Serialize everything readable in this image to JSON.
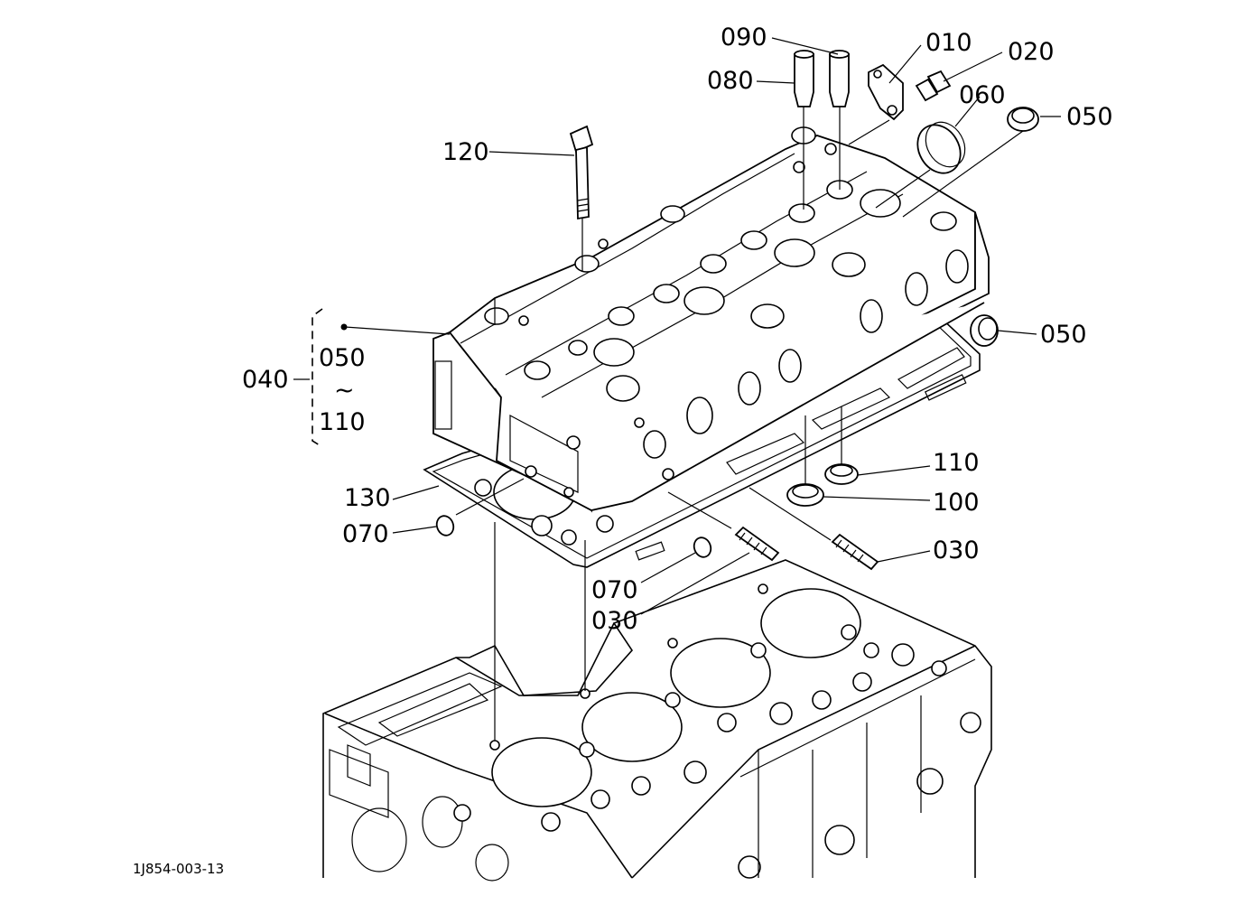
{
  "labels": {
    "p090": "090",
    "p080": "080",
    "p010": "010",
    "p020": "020",
    "p060": "060",
    "p050_top": "050",
    "p120": "120",
    "p050_right": "050",
    "p040": "040",
    "p050_range_start": "050",
    "range_sep": "~",
    "p110_range_end": "110",
    "p110": "110",
    "p100": "100",
    "p130": "130",
    "p070_left": "070",
    "p030_right": "030",
    "p070_center": "070",
    "p030_center": "030"
  },
  "diagram_code": "1J854-003-13"
}
